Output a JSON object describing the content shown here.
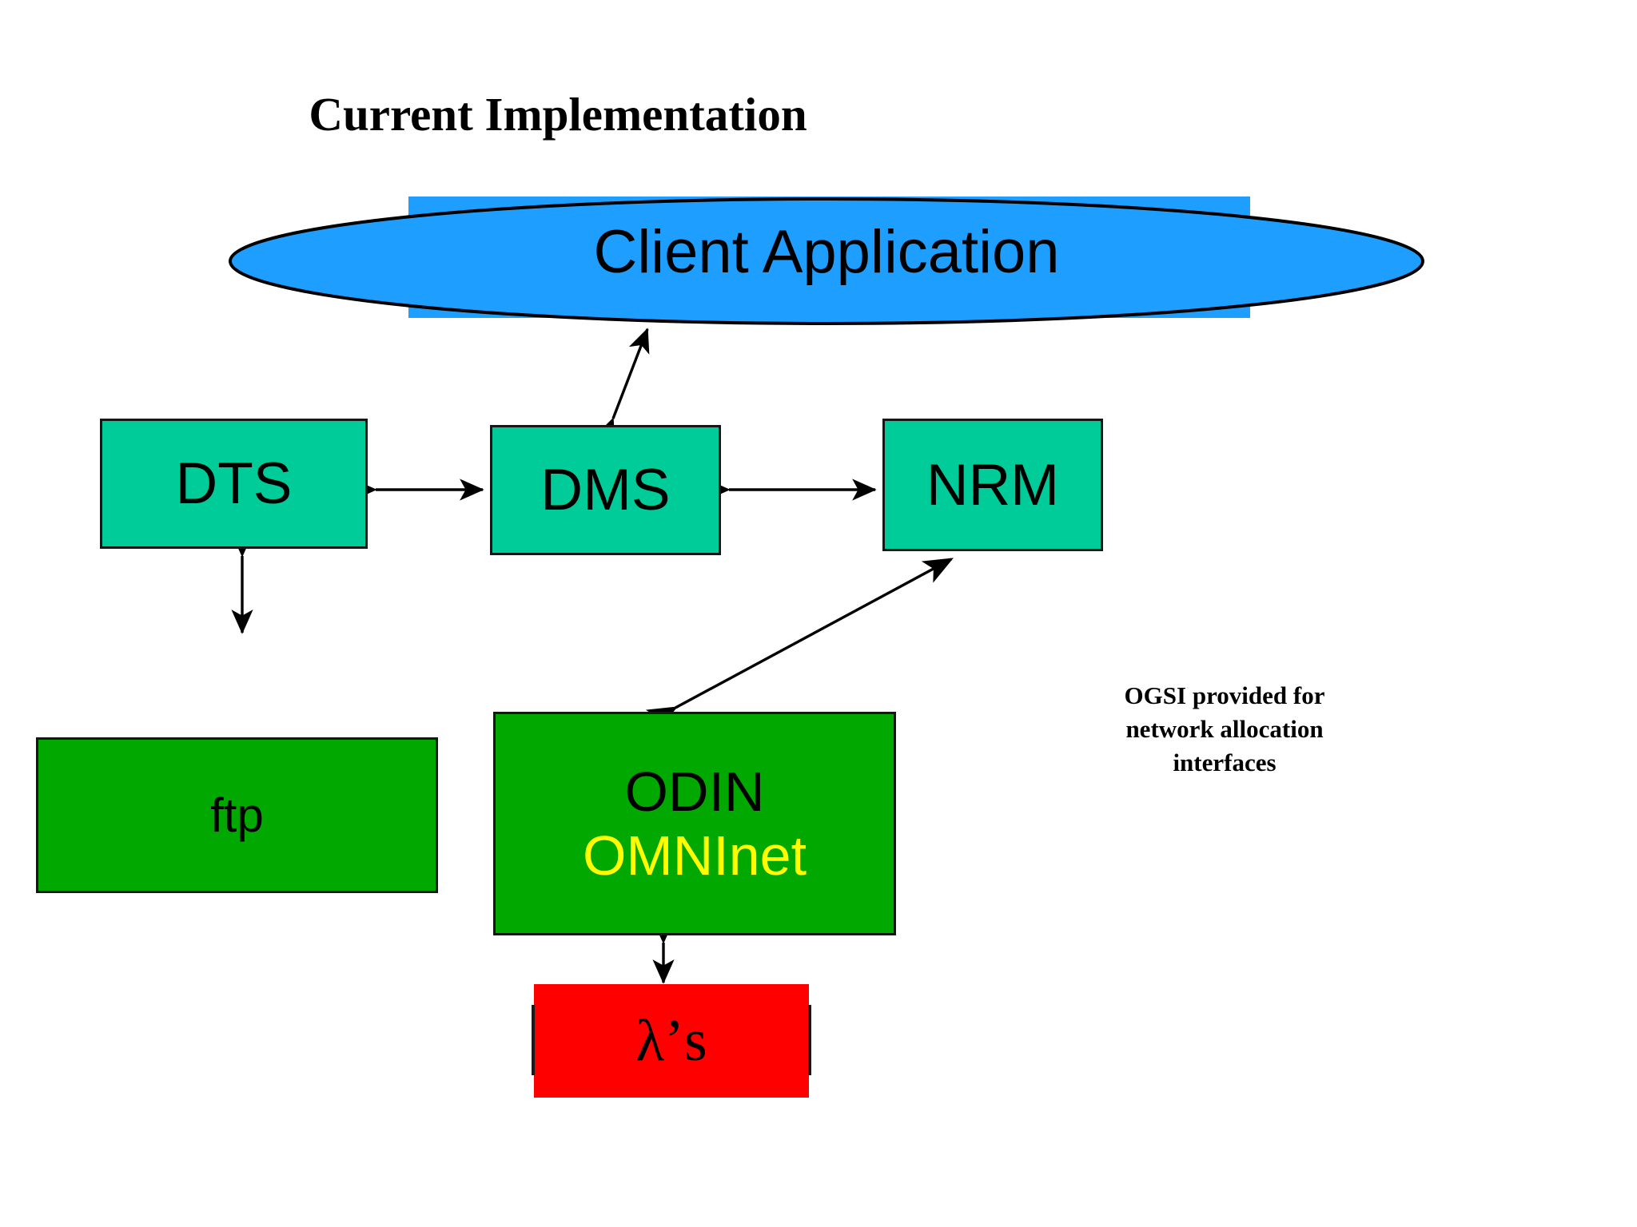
{
  "slide": {
    "title": "Current Implementation",
    "background_color": "#FFFFFF"
  },
  "diagram": {
    "type": "block-diagram",
    "nodes": [
      {
        "id": "client",
        "label": "Client Application",
        "shape": "ellipse",
        "fill": "#1E9EFF",
        "text_color": "#000000"
      },
      {
        "id": "dts",
        "label": "DTS",
        "shape": "rect",
        "fill": "#00CC99",
        "text_color": "#000000"
      },
      {
        "id": "dms",
        "label": "DMS",
        "shape": "rect",
        "fill": "#00CC99",
        "text_color": "#000000"
      },
      {
        "id": "nrm",
        "label": "NRM",
        "shape": "rect",
        "fill": "#00CC99",
        "text_color": "#000000"
      },
      {
        "id": "ftp",
        "label": "ftp",
        "shape": "rect",
        "fill": "#00A800",
        "text_color": "#000000"
      },
      {
        "id": "odin",
        "label": "ODIN",
        "label2": "OMNInet",
        "shape": "rect",
        "fill": "#00A800",
        "text_color": "#000000",
        "text_color2": "#FFFF00"
      },
      {
        "id": "lambda",
        "label": "λ’s",
        "shape": "rect",
        "fill": "#FF0000",
        "text_color": "#000000"
      }
    ],
    "edges": [
      {
        "from": "dms",
        "to": "client",
        "style": "double-arrow"
      },
      {
        "from": "dts",
        "to": "dms",
        "style": "double-arrow"
      },
      {
        "from": "dms",
        "to": "nrm",
        "style": "double-arrow"
      },
      {
        "from": "dts",
        "to": "below",
        "style": "double-arrow"
      },
      {
        "from": "odin",
        "to": "nrm",
        "style": "double-arrow"
      },
      {
        "from": "odin",
        "to": "lambda",
        "style": "double-arrow"
      }
    ]
  },
  "annotation": {
    "ogsi_note_lines": [
      "OGSI provided for",
      "network allocation",
      "interfaces"
    ]
  }
}
